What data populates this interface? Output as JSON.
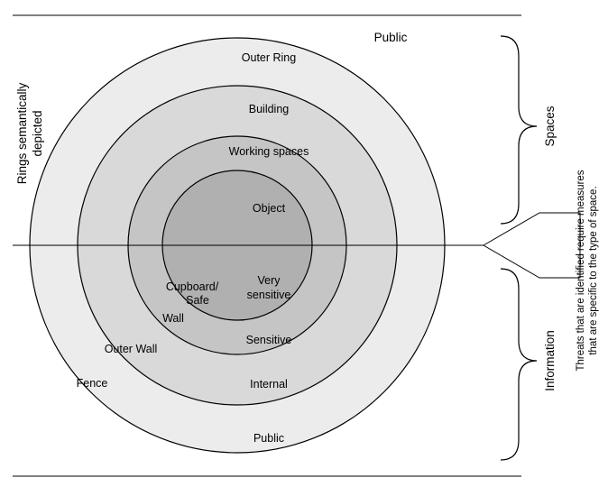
{
  "top_label": "Public",
  "rings": {
    "outer": {
      "label": "Outer Ring",
      "fill": "#ececec"
    },
    "building": {
      "label": "Building",
      "fill": "#d9d9d9"
    },
    "working": {
      "label": "Working spaces",
      "fill": "#c5c5c5"
    },
    "object": {
      "label": "Object",
      "fill": "#b0b0b0"
    }
  },
  "lower_labels": {
    "very_sensitive_line1": "Very",
    "very_sensitive_line2": "sensitive",
    "sensitive": "Sensitive",
    "internal": "Internal",
    "public": "Public"
  },
  "barriers": {
    "cupboard_line1": "Cupboard/",
    "cupboard_line2": "Safe",
    "wall": "Wall",
    "outer_wall": "Outer Wall",
    "fence": "Fence"
  },
  "left_title": {
    "line1": "Rings semantically",
    "line2": "depicted"
  },
  "right": {
    "spaces": "Spaces",
    "information": "Information",
    "note_line1": "Threats that are identified require measures",
    "note_line2": "that are specific to the type of space."
  }
}
